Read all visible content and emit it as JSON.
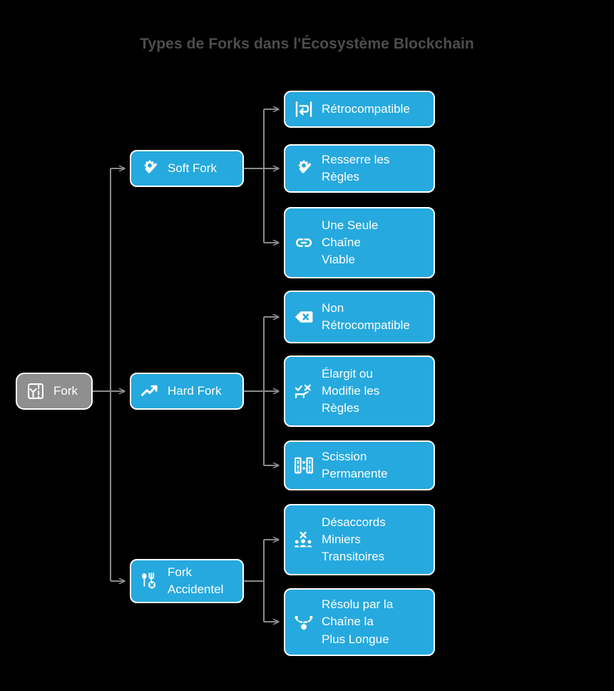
{
  "title": "Types de Forks dans l'Écosystème Blockchain",
  "colors": {
    "background": "#000000",
    "title_text": "#4d4d4d",
    "root_fill": "#8f8f8f",
    "node_fill": "#26a9de",
    "node_border": "#ffffff",
    "node_text": "#ffffff",
    "connector": "#8a8a8a"
  },
  "root": {
    "label": "Fork",
    "icon": "fork-road-icon"
  },
  "branches": [
    {
      "label": "Soft Fork",
      "icon": "gear-check-icon",
      "children": [
        {
          "label": "Rétrocompatible",
          "icon": "backward-compatible-arrow-icon"
        },
        {
          "label": "Resserre les\nRègles",
          "icon": "gear-check-icon"
        },
        {
          "label": "Une Seule\nChaîne\nViable",
          "icon": "chain-link-icon"
        }
      ]
    },
    {
      "label": "Hard Fork",
      "icon": "trending-up-arrow-icon",
      "children": [
        {
          "label": "Non\nRétrocompatible",
          "icon": "backspace-delete-icon"
        },
        {
          "label": "Élargit ou\nModifie les\nRègles",
          "icon": "rules-modify-icon"
        },
        {
          "label": "Scission\nPermanente",
          "icon": "split-permanent-icon"
        }
      ]
    },
    {
      "label": "Fork\nAccidentel",
      "icon": "utensils-error-icon",
      "children": [
        {
          "label": "Désaccords\nMiniers\nTransitoires",
          "icon": "miners-disagreement-icon"
        },
        {
          "label": "Résolu par la\nChaîne la\nPlus Longue",
          "icon": "longest-chain-icon"
        }
      ]
    }
  ]
}
